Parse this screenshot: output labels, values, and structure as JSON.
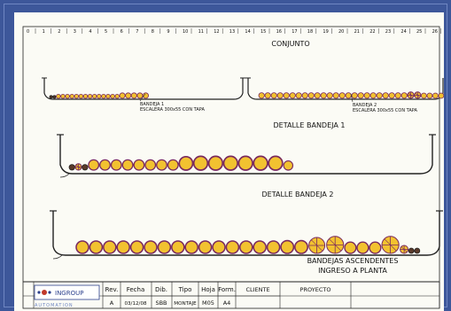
{
  "ruler": [
    "0",
    "1",
    "2",
    "3",
    "4",
    "5",
    "6",
    "7",
    "8",
    "9",
    "10",
    "11",
    "12",
    "13",
    "14",
    "15",
    "16",
    "17",
    "18",
    "19",
    "20",
    "21",
    "22",
    "23",
    "24",
    "25",
    "26"
  ],
  "titles": {
    "conjunto": "CONJUNTO",
    "detalle1": "DETALLE BANDEJA 1",
    "detalle2": "DETALLE BANDEJA 2"
  },
  "callouts": {
    "bandeja1": [
      "BANDEJA 1",
      "ESCALERA 300x55 CON TAPA"
    ],
    "bandeja2": [
      "BANDEJA 2",
      "ESCALERA 300x55 CON TAPA"
    ]
  },
  "note": [
    "BANDEJAS ASCENDENTES",
    "INGRESO A PLANTA"
  ],
  "title_block": {
    "logo_text": "INGROUP",
    "logo_sub": "AUTOMATION",
    "headers": [
      "Rev.",
      "Fecha",
      "Dib.",
      "Tipo",
      "Hoja",
      "Form.",
      "CLIENTE",
      "PROYECTO"
    ],
    "values": [
      "A",
      "03/12/08",
      "SBB",
      "MONTAJE",
      "M05",
      "A4"
    ]
  },
  "colors": {
    "background": "#3d579a",
    "paper": "#fbfbf5",
    "cable_fill": "#f2c230",
    "cable_stroke": "#7a2a5e"
  }
}
